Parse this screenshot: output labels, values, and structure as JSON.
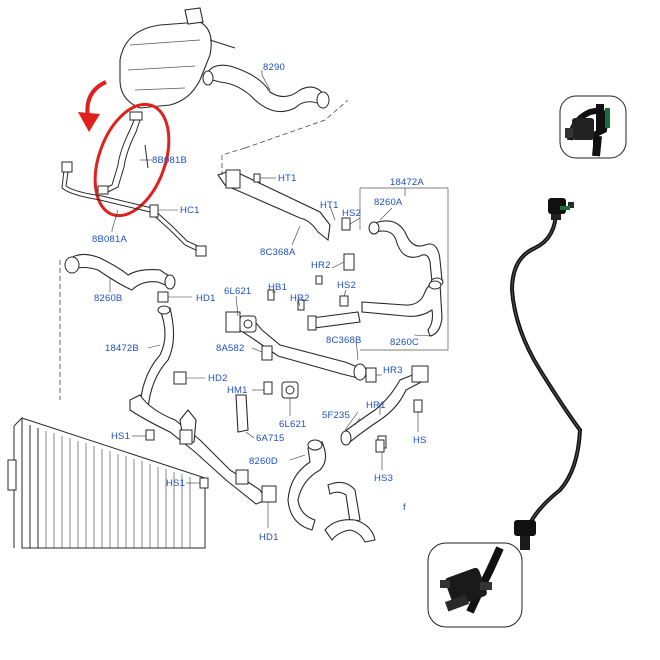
{
  "diagram": {
    "highlight_color": "#e0201c",
    "label_color": "#1d4fc4",
    "labels": {
      "l8290": "8290",
      "l8b081b": "8B081B",
      "lht1a": "HT1",
      "lhc1": "HC1",
      "l8b081a": "8B081A",
      "l18472a": "18472A",
      "lht1b": "HT1",
      "l8260a": "8260A",
      "lhs2a": "HS2",
      "l8c368a": "8C368A",
      "lhr2a": "HR2",
      "lhs2b": "HS2",
      "l8260b": "8260B",
      "lhd1a": "HD1",
      "l6l621a": "6L621",
      "lhb1": "HB1",
      "lhr2b": "HR2",
      "l18472b": "18472B",
      "l8a582": "8A582",
      "l8c368b": "8C368B",
      "l8260c": "8260C",
      "lhr3": "HR3",
      "lhd2": "HD2",
      "lhm1": "HM1",
      "lhr1": "HR1",
      "l6l621b": "6L621",
      "l5f235": "5F235",
      "lhs1a": "HS1",
      "l6a715": "6A715",
      "lhs": "HS",
      "l8260d": "8260D",
      "lhs3": "HS3",
      "lhs1b": "HS1",
      "lhd1b": "HD1",
      "lf": "f"
    }
  },
  "product": {
    "part": "coolant-overflow-hose",
    "connector_icon": "quick-connector-icon"
  }
}
